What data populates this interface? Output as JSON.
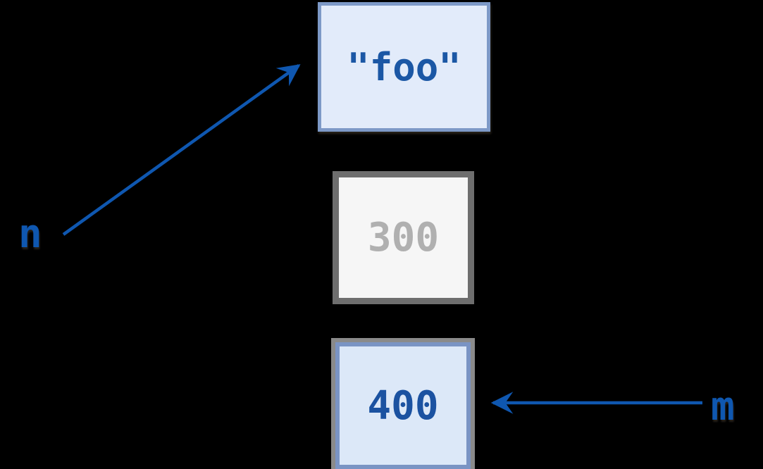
{
  "diagram": {
    "description": "Variable reference memory diagram",
    "background_color": "#000000",
    "arrow_color": "#0f57b0",
    "label_color": "#0f57b0",
    "labels": {
      "n": "n",
      "m": "m"
    },
    "boxes": {
      "foo": {
        "text": "\"foo\"",
        "fill": "#e2ebfa",
        "border": "#7d99c7",
        "text_color": "#1b57a5"
      },
      "b300": {
        "text": "300",
        "fill": "#f6f6f6",
        "border": "#6e6e6e",
        "text_color": "#b0b0b0"
      },
      "b400": {
        "text": "400",
        "fill": "#dce8f8",
        "border": "#7a94c4",
        "outer_border": "#8a8a8a",
        "text_color": "#1b52a1"
      }
    },
    "arrows": [
      {
        "from": "n",
        "to": "foo-box",
        "direction": "up-right"
      },
      {
        "from": "m",
        "to": "400-box",
        "direction": "left"
      }
    ]
  }
}
